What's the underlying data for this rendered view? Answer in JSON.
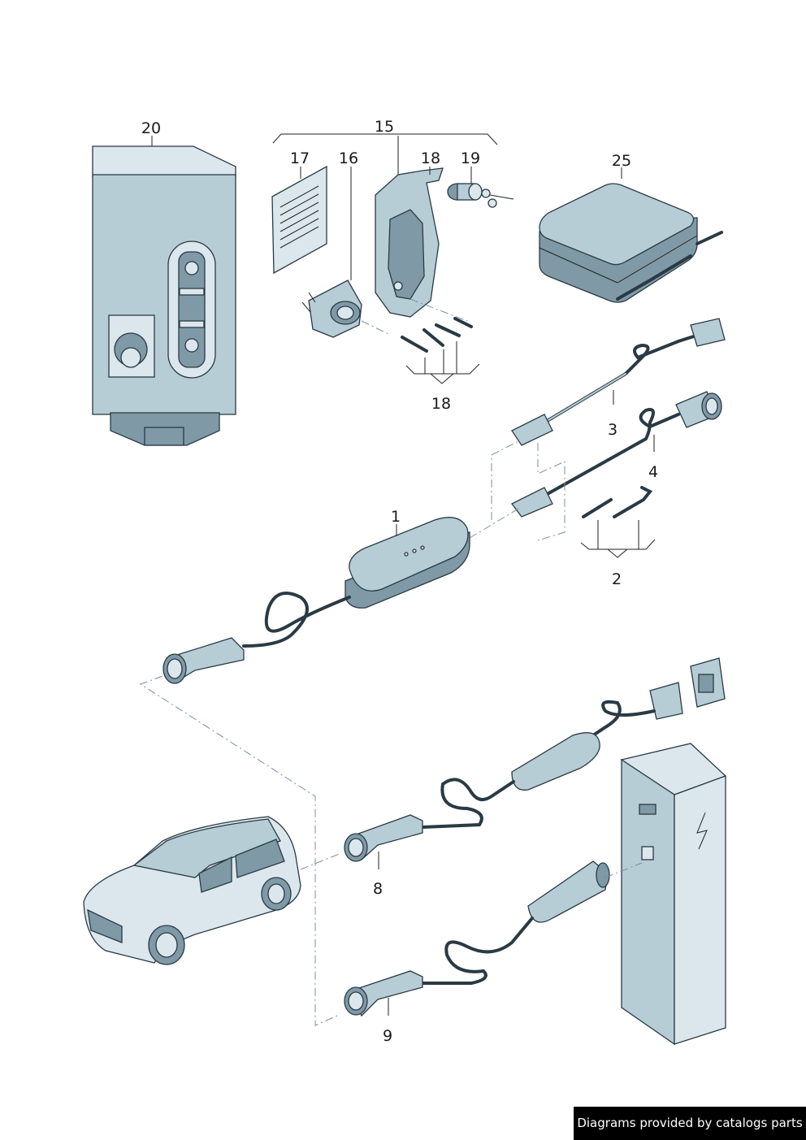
{
  "callouts": {
    "c20": "20",
    "c15": "15",
    "c17": "17",
    "c16": "16",
    "c18a": "18",
    "c19": "19",
    "c25": "25",
    "c18b": "18",
    "c3": "3",
    "c4": "4",
    "c1": "1",
    "c2": "2",
    "c8": "8",
    "c9": "9"
  },
  "footer": {
    "text": "Diagrams provided by catalogs parts"
  },
  "colors": {
    "part": "#b7cdd6",
    "part_dark": "#7f9aa6",
    "outline": "#2a3a44",
    "footer_bg": "#000000"
  }
}
